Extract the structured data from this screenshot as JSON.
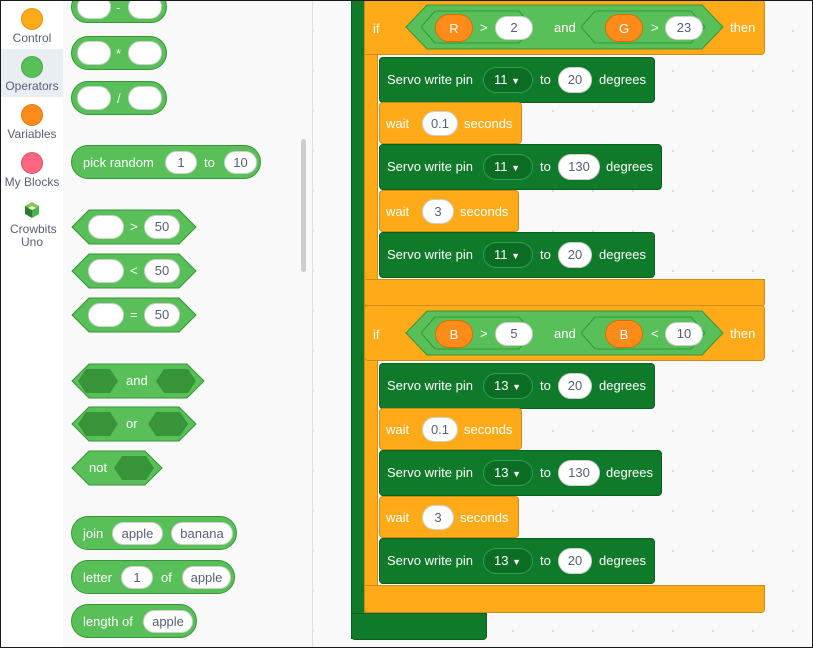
{
  "categories": [
    {
      "label": "Control",
      "color": "#ffab19"
    },
    {
      "label": "Operators",
      "color": "#59c059"
    },
    {
      "label": "Variables",
      "color": "#ff8c1a"
    },
    {
      "label": "My Blocks",
      "color": "#ff6680"
    },
    {
      "label": "Crowbits Uno",
      "color": "#4caf50"
    }
  ],
  "palette": {
    "minus_op": "-",
    "multiply_op": "*",
    "divide_op": "/",
    "pick_random": {
      "label": "pick random",
      "from": "1",
      "to_label": "to",
      "to": "10"
    },
    "gt": {
      "op": ">",
      "value": "50"
    },
    "lt": {
      "op": "<",
      "value": "50"
    },
    "eq": {
      "op": "=",
      "value": "50"
    },
    "and_label": "and",
    "or_label": "or",
    "not_label": "not",
    "join": {
      "label": "join",
      "a": "apple",
      "b": "banana"
    },
    "letter": {
      "label": "letter",
      "index": "1",
      "of_label": "of",
      "word": "apple"
    },
    "length": {
      "label": "length of",
      "word": "apple"
    }
  },
  "script": {
    "if1": {
      "if_label": "if",
      "var_a": "R",
      "op_a": ">",
      "val_a": "2",
      "and_label": "and",
      "var_b": "G",
      "op_b": ">",
      "val_b": "23",
      "then_label": "then"
    },
    "if2": {
      "if_label": "if",
      "var_a": "B",
      "op_a": ">",
      "val_a": "5",
      "and_label": "and",
      "var_b": "B",
      "op_b": "<",
      "val_b": "10",
      "then_label": "then"
    },
    "servo_label": "Servo write pin",
    "to_label": "to",
    "degrees_label": "degrees",
    "wait_label": "wait",
    "seconds_label": "seconds",
    "pin1": "11",
    "pin2": "13",
    "angle_a": "20",
    "angle_b": "130",
    "wait_short": "0.1",
    "wait_long": "3"
  }
}
